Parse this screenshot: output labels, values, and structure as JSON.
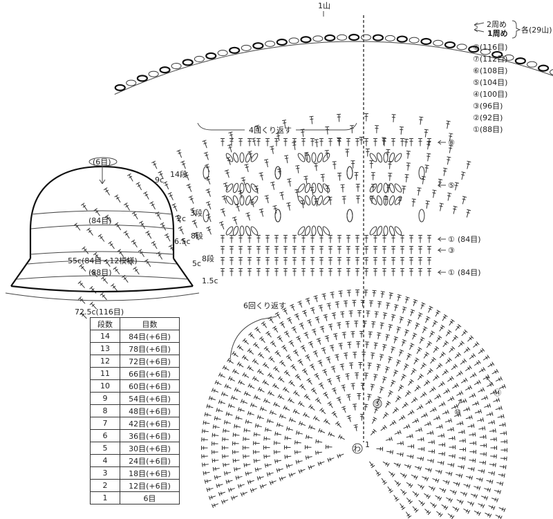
{
  "labels": {
    "brim_top": "1山",
    "round_2": "2周め",
    "round_1": "1周め",
    "each_29": "各(29山)",
    "repeat_4": "4回くり返す",
    "repeat_6": "6回くり返す",
    "ring": "わ"
  },
  "brim_rows": [
    "⑧(116目)",
    "⑦(112目)",
    "⑥(108目)",
    "⑤(104目)",
    "④(100目)",
    "③(96目)",
    "②(92目)",
    "①(88目)"
  ],
  "side_rows": [
    {
      "mark": "⑧",
      "text": ""
    },
    {
      "mark": "⑤",
      "text": ""
    },
    {
      "mark": "①",
      "text": "(84目)"
    },
    {
      "mark": "③",
      "text": ""
    },
    {
      "mark": "①",
      "text": "(84目)"
    }
  ],
  "crown_marks": {
    "r5": "⑤",
    "r10": "⑩",
    "r14": "⑭",
    "r1": "1"
  },
  "hat": {
    "top": "(6目)",
    "crown_h": "9c",
    "crown_rows": "14段",
    "band_h": "2c",
    "band_rows": "3段",
    "side_h": "6.5c",
    "side_rows": "8段",
    "brim_h": "5c",
    "brim_rows": "8段",
    "edge": "1.5c",
    "r84": "(84目)",
    "r55": "55c(84目・12模様)",
    "r88": "(88目)",
    "r725": "72.5c(116目)"
  },
  "table": {
    "headers": [
      "段数",
      "目数"
    ],
    "rows": [
      [
        "14",
        "84目(+6目)"
      ],
      [
        "13",
        "78目(+6目)"
      ],
      [
        "12",
        "72目(+6目)"
      ],
      [
        "11",
        "66目(+6目)"
      ],
      [
        "10",
        "60目(+6目)"
      ],
      [
        "9",
        "54目(+6目)"
      ],
      [
        "8",
        "48目(+6目)"
      ],
      [
        "7",
        "42目(+6目)"
      ],
      [
        "6",
        "36目(+6目)"
      ],
      [
        "5",
        "30目(+6目)"
      ],
      [
        "4",
        "24目(+6目)"
      ],
      [
        "3",
        "18目(+6目)"
      ],
      [
        "2",
        "12目(+6目)"
      ],
      [
        "1",
        "6目"
      ]
    ]
  }
}
